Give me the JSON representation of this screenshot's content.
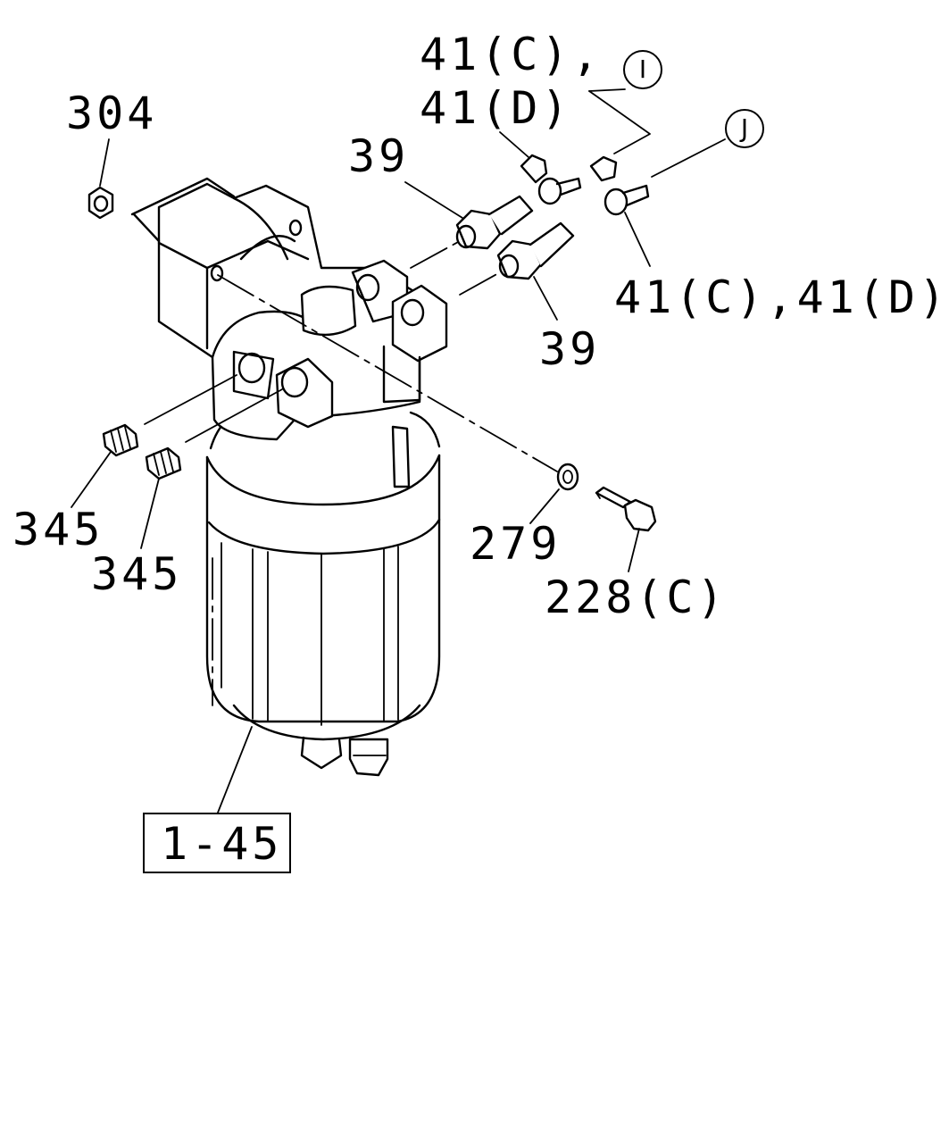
{
  "callouts": {
    "p304": "304",
    "p41_top_a": "41(C),",
    "p41_top_b": "41(D)",
    "p41_right": "41(C),41(D)",
    "p39_top": "39",
    "p39_right": "39",
    "p345_a": "345",
    "p345_b": "345",
    "p279": "279",
    "p228": "228(C)",
    "assembly": "1-45"
  },
  "connectors": {
    "I": "I",
    "J": "J"
  }
}
